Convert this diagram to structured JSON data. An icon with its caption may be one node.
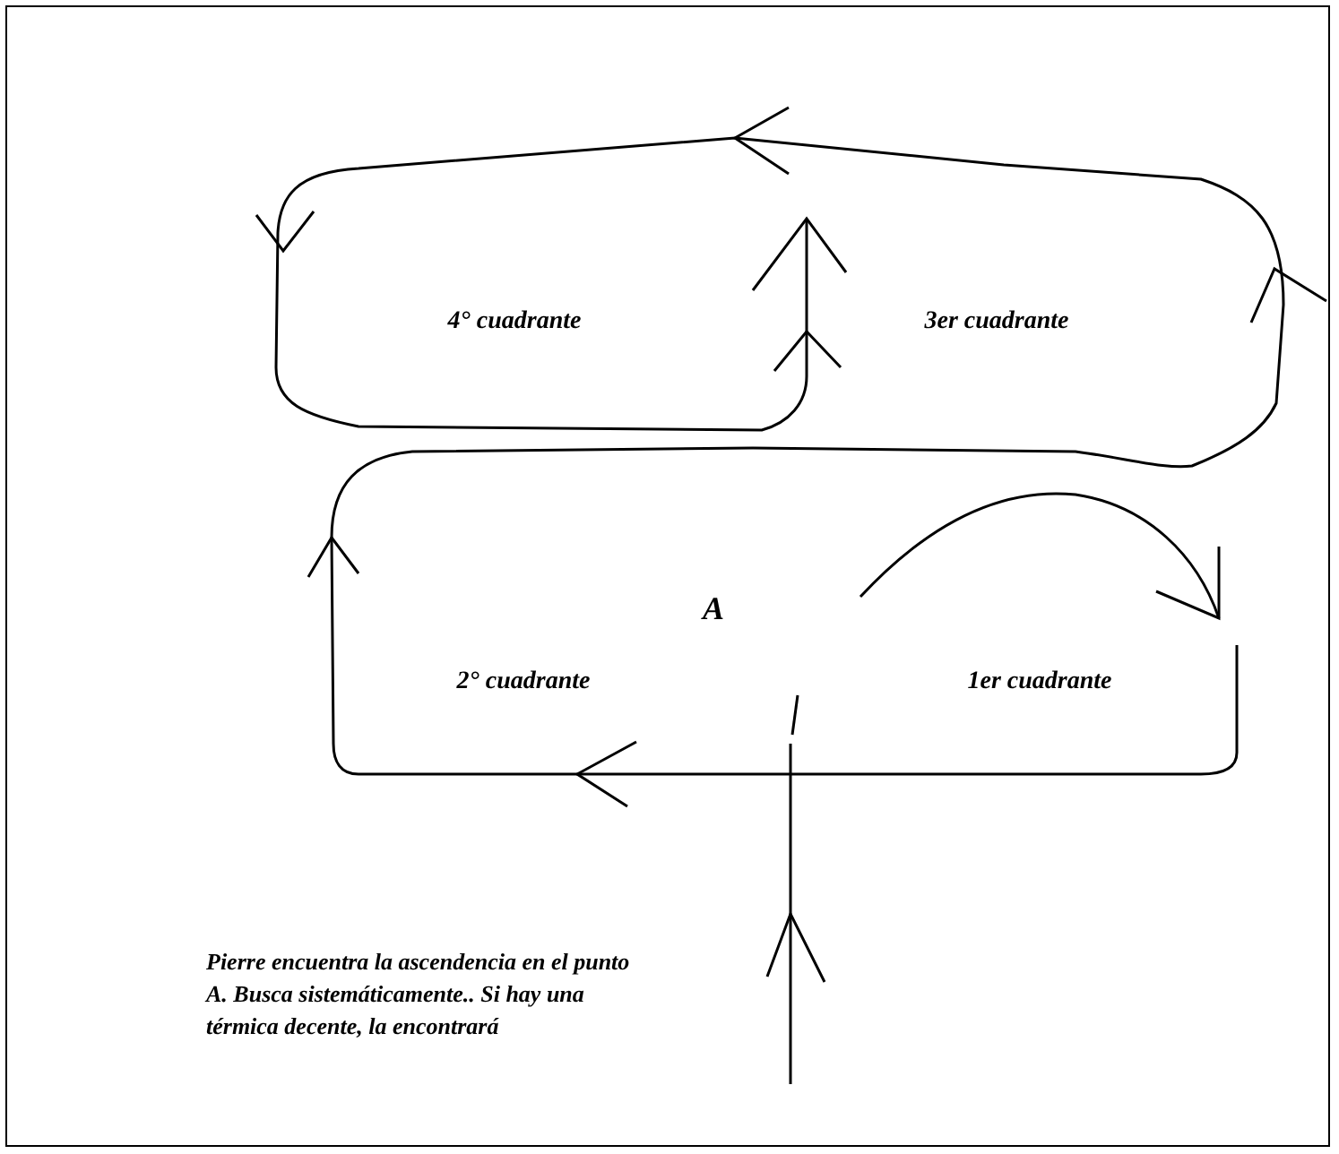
{
  "diagram": {
    "labels": [
      "4° cuadrante",
      "3er cuadrante",
      "A",
      "2° cuadrante",
      "1er cuadrante",
      "Pierre encuentra la ascendencia en el punto A. Busca sistemáticamente.. Si hay una térmica decente, la encontrará"
    ]
  }
}
